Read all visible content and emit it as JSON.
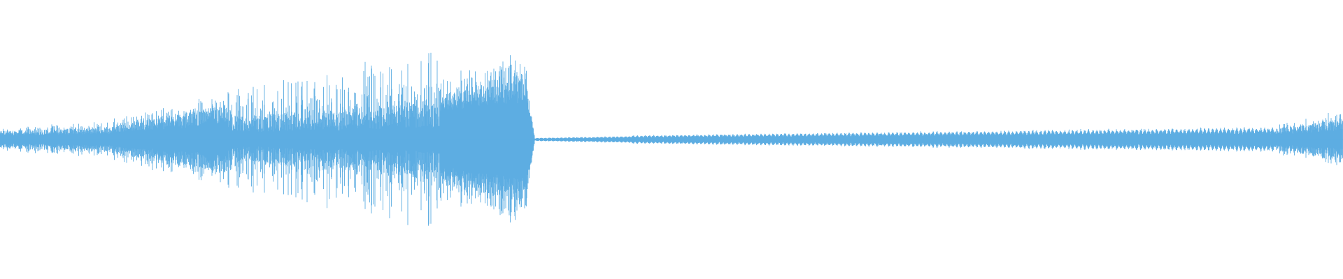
{
  "waveform": {
    "color": "#5dade2",
    "background": "#ffffff",
    "segments": [
      {
        "start": 0.0,
        "end": 0.085,
        "amp_from": 0.1,
        "amp_to": 0.15,
        "style": "dense-spiky"
      },
      {
        "start": 0.085,
        "end": 0.17,
        "amp_from": 0.18,
        "amp_to": 0.4,
        "style": "dense-spiky"
      },
      {
        "start": 0.17,
        "end": 0.33,
        "amp_from": 0.45,
        "amp_to": 0.85,
        "style": "spiky-bursts"
      },
      {
        "start": 0.33,
        "end": 0.392,
        "amp_from": 0.55,
        "amp_to": 0.75,
        "style": "solid-block"
      },
      {
        "start": 0.392,
        "end": 0.398,
        "amp_from": 0.6,
        "amp_to": 0.04,
        "style": "decay"
      },
      {
        "start": 0.398,
        "end": 0.47,
        "amp_from": 0.015,
        "amp_to": 0.035,
        "style": "thin-ripple"
      },
      {
        "start": 0.47,
        "end": 0.95,
        "amp_from": 0.04,
        "amp_to": 0.12,
        "style": "thin-ripple"
      },
      {
        "start": 0.95,
        "end": 1.0,
        "amp_from": 0.12,
        "amp_to": 0.25,
        "style": "dense-spiky"
      }
    ]
  }
}
